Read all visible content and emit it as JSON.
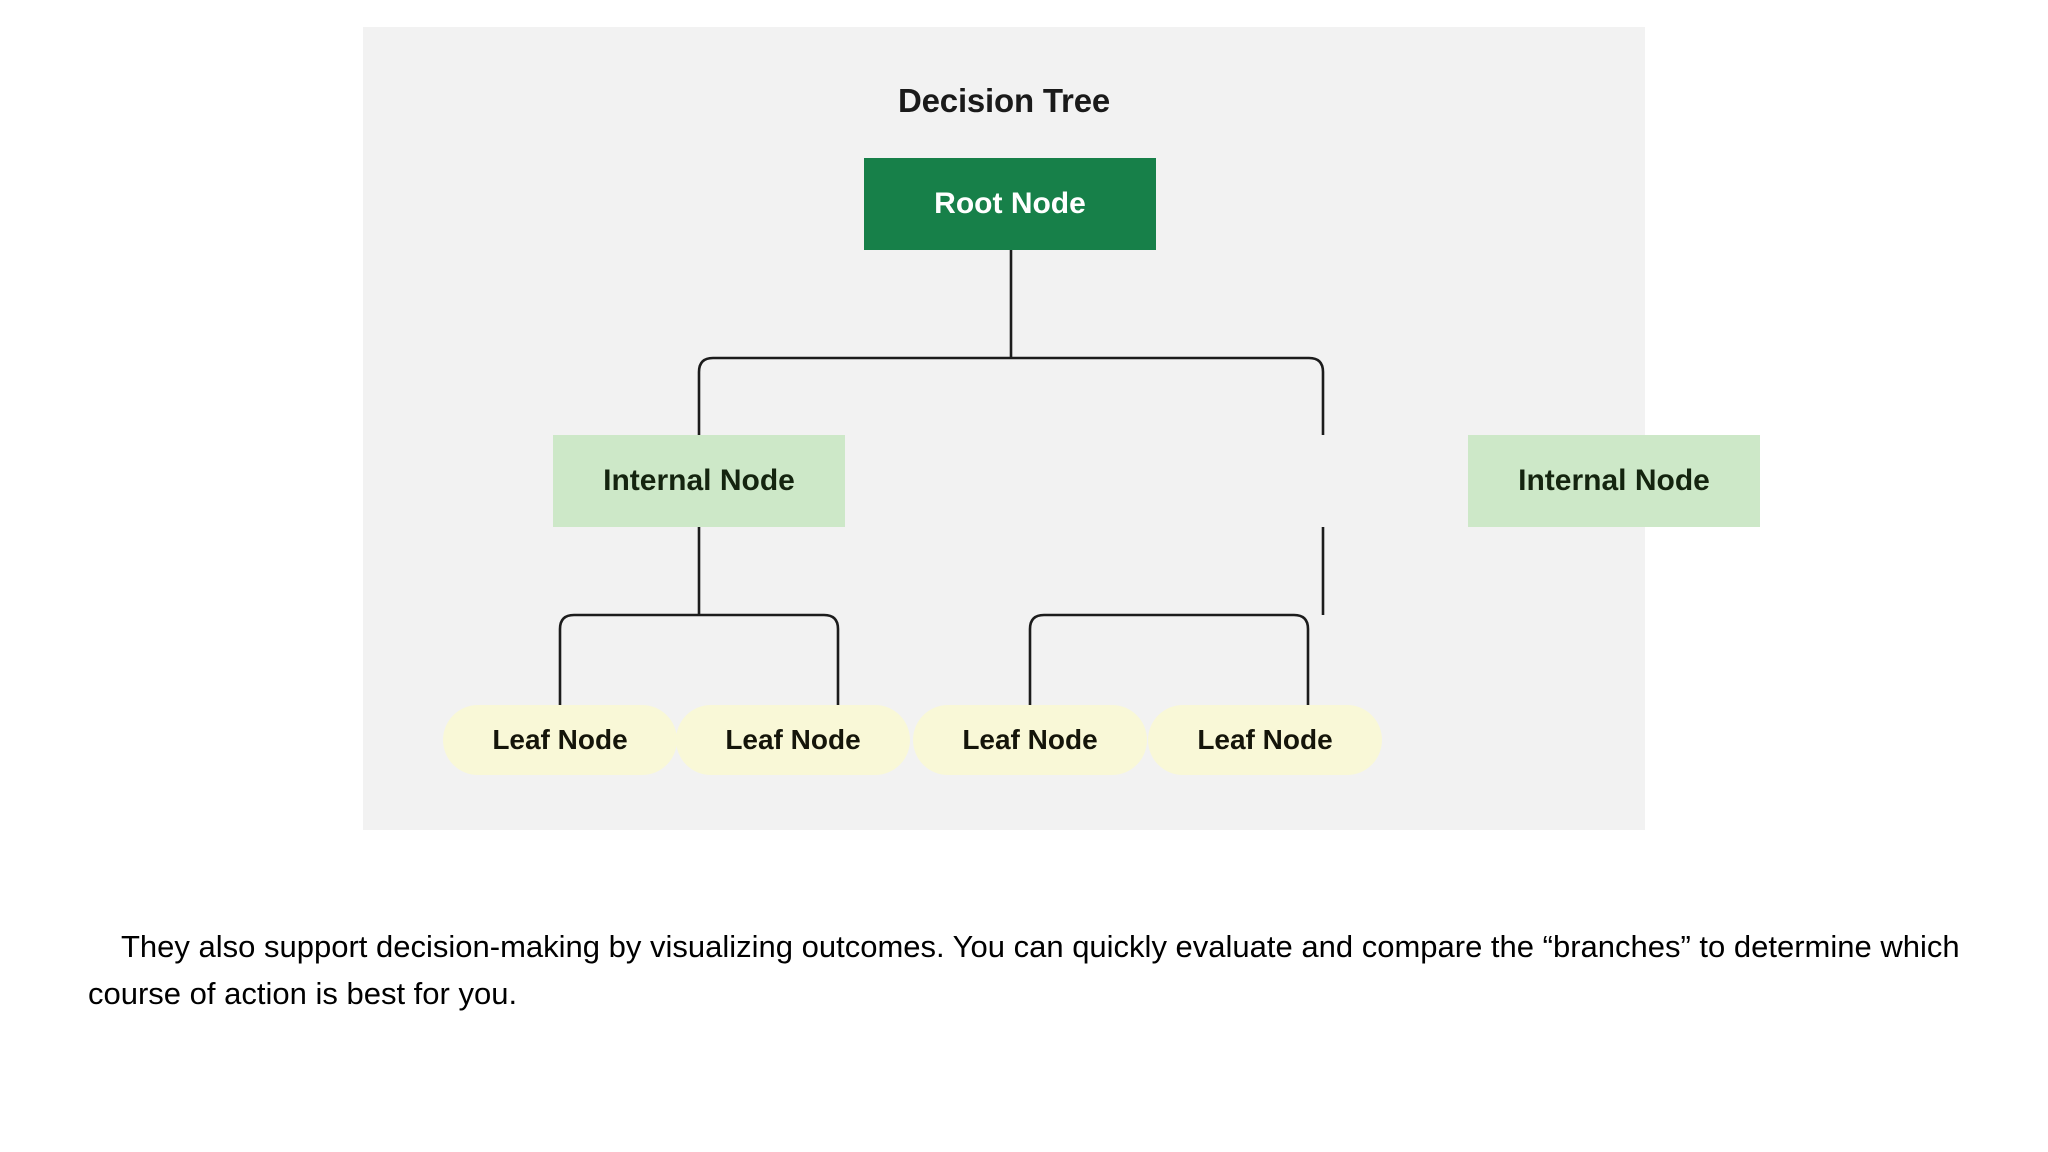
{
  "figure": {
    "title": "Decision Tree",
    "background_color": "#f2f2f2",
    "nodes": {
      "root": {
        "label": "Root Node",
        "fill": "#178049",
        "text_color": "#ffffff"
      },
      "internal": [
        {
          "label": "Internal Node",
          "fill": "#cde8c8",
          "text_color": "#14240f"
        },
        {
          "label": "Internal Node",
          "fill": "#cde8c8",
          "text_color": "#14240f"
        }
      ],
      "leaves": [
        {
          "label": "Leaf Node",
          "fill": "#f9f8d7",
          "text_color": "#15150a"
        },
        {
          "label": "Leaf Node",
          "fill": "#f9f8d7",
          "text_color": "#15150a"
        },
        {
          "label": "Leaf Node",
          "fill": "#f9f8d7",
          "text_color": "#15150a"
        },
        {
          "label": "Leaf Node",
          "fill": "#f9f8d7",
          "text_color": "#15150a"
        }
      ]
    },
    "connector_color": "#1c1c1c"
  },
  "caption": {
    "text": "They also support decision-making by visualizing outcomes. You can quickly evaluate and compare the “branches” to determine which course of action is best for you."
  }
}
